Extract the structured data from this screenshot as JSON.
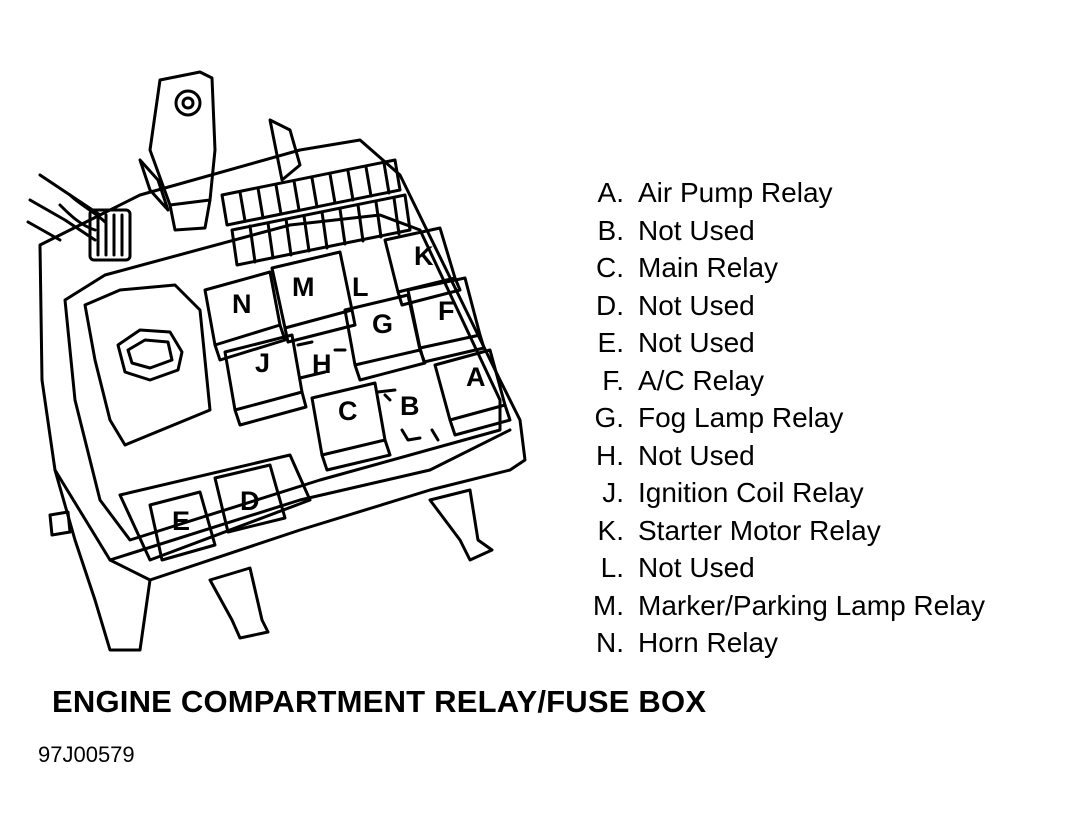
{
  "diagram": {
    "relay_labels": [
      "N",
      "M",
      "L",
      "K",
      "J",
      "H",
      "G",
      "F",
      "C",
      "B",
      "A",
      "E",
      "D"
    ]
  },
  "legend": {
    "items": [
      {
        "letter": "A.",
        "name": "Air Pump Relay"
      },
      {
        "letter": "B.",
        "name": "Not Used"
      },
      {
        "letter": "C.",
        "name": "Main Relay"
      },
      {
        "letter": "D.",
        "name": "Not Used"
      },
      {
        "letter": "E.",
        "name": "Not Used"
      },
      {
        "letter": "F.",
        "name": "A/C Relay"
      },
      {
        "letter": "G.",
        "name": "Fog Lamp Relay"
      },
      {
        "letter": "H.",
        "name": "Not Used"
      },
      {
        "letter": "J.",
        "name": "Ignition Coil Relay"
      },
      {
        "letter": "K.",
        "name": "Starter Motor Relay"
      },
      {
        "letter": "L.",
        "name": "Not Used"
      },
      {
        "letter": "M.",
        "name": "Marker/Parking Lamp  Relay"
      },
      {
        "letter": "N.",
        "name": "Horn Relay"
      }
    ]
  },
  "caption": "ENGINE COMPARTMENT RELAY/FUSE BOX",
  "figure_id": "97J00579"
}
